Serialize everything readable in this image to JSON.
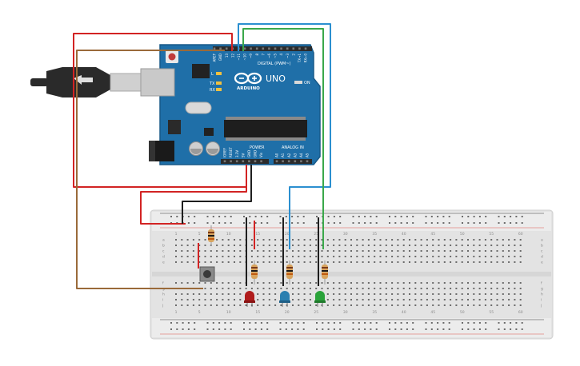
{
  "board": {
    "brand_label": "ARDUINO",
    "model_label": "UNO",
    "digital_header_label": "DIGITAL (PWM~)",
    "analog_header_label": "ANALOG IN",
    "power_header_label": "POWER",
    "led_l_label": "L",
    "led_tx_label": "TX",
    "led_rx_label": "RX",
    "led_on_label": "ON",
    "digital_pins": [
      "AREF",
      "GND",
      "13",
      "12",
      "~11",
      "~10",
      "~9",
      "8",
      "7",
      "~6",
      "~5",
      "4",
      "~3",
      "2",
      "TX→1",
      "RX←0"
    ],
    "power_pins": [
      "IOREF",
      "RESET",
      "3.3V",
      "5V",
      "GND",
      "GND",
      "Vin"
    ],
    "analog_pins": [
      "A0",
      "A1",
      "A2",
      "A3",
      "A4",
      "A5"
    ],
    "colors": {
      "pcb": "#1f6fa8",
      "pcb_edge": "#185a89",
      "header": "#2b2b2b"
    }
  },
  "breadboard": {
    "column_numbers": [
      "1",
      "5",
      "10",
      "15",
      "20",
      "25",
      "30",
      "35",
      "40",
      "45",
      "50",
      "55",
      "60"
    ],
    "row_letters_top": [
      "a",
      "b",
      "c",
      "d",
      "e"
    ],
    "row_letters_bottom": [
      "f",
      "g",
      "h",
      "i",
      "j"
    ],
    "colors": {
      "body": "#e6e6e6",
      "hole": "#6b6b6b",
      "rail_red": "#d9534f",
      "rail_black": "#333333"
    }
  },
  "components": {
    "leds": [
      {
        "name": "red-led",
        "color": "#b01c1c"
      },
      {
        "name": "blue-led",
        "color": "#2a7fb0"
      },
      {
        "name": "green-led",
        "color": "#2aa33a"
      }
    ],
    "resistor_color": "#d8a45e",
    "pushbutton_color": "#3a3a3a"
  },
  "wires": {
    "red": "#d22323",
    "brown": "#9a6a3a",
    "black": "#1e1e1e",
    "blue": "#2b8fd0",
    "green": "#3aa84a",
    "usb_cable": "#2a2a2a"
  }
}
